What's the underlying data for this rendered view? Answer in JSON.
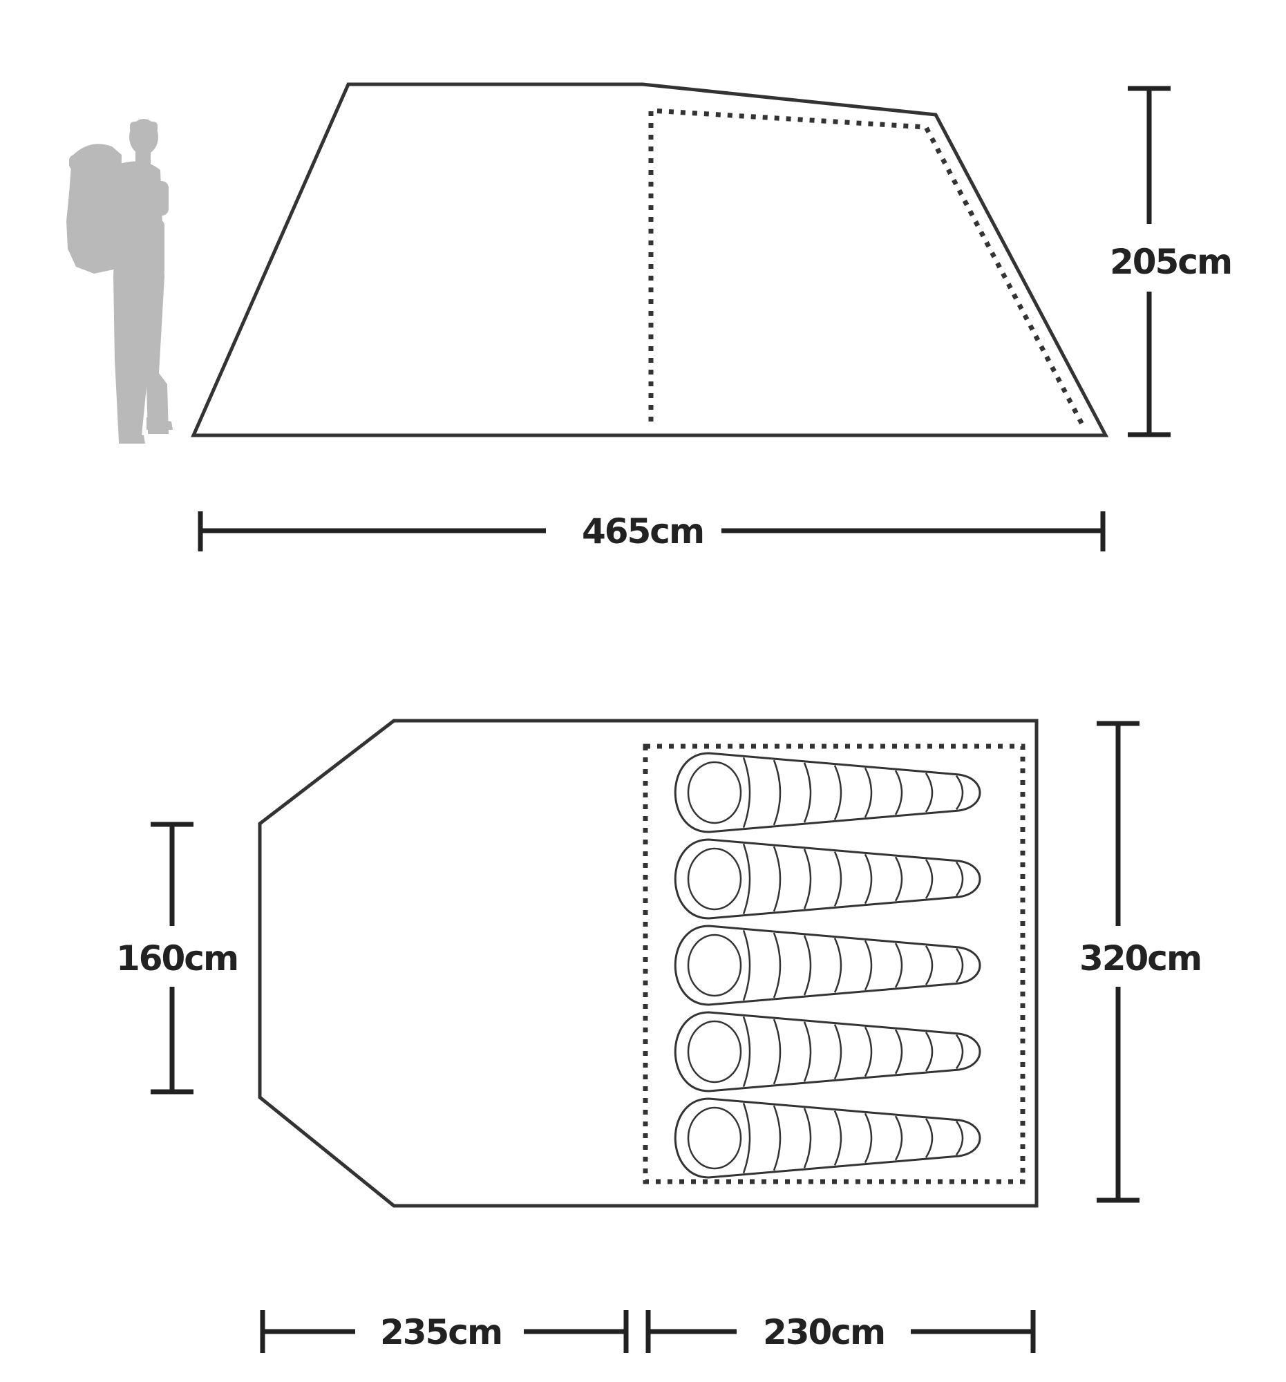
{
  "side_view": {
    "height_label": "205cm",
    "length_label": "465cm"
  },
  "floor_plan": {
    "porch_width_label": "160cm",
    "total_width_label": "320cm",
    "porch_length_label": "235cm",
    "bedroom_length_label": "230cm",
    "sleeping_bag_count": 5
  },
  "colors": {
    "outline": "#333333",
    "figure": "#b9b9b9",
    "background": "#ffffff"
  },
  "icons": {
    "person": "hiker-with-backpack-icon",
    "sleeping_bag": "sleeping-bag-icon"
  }
}
